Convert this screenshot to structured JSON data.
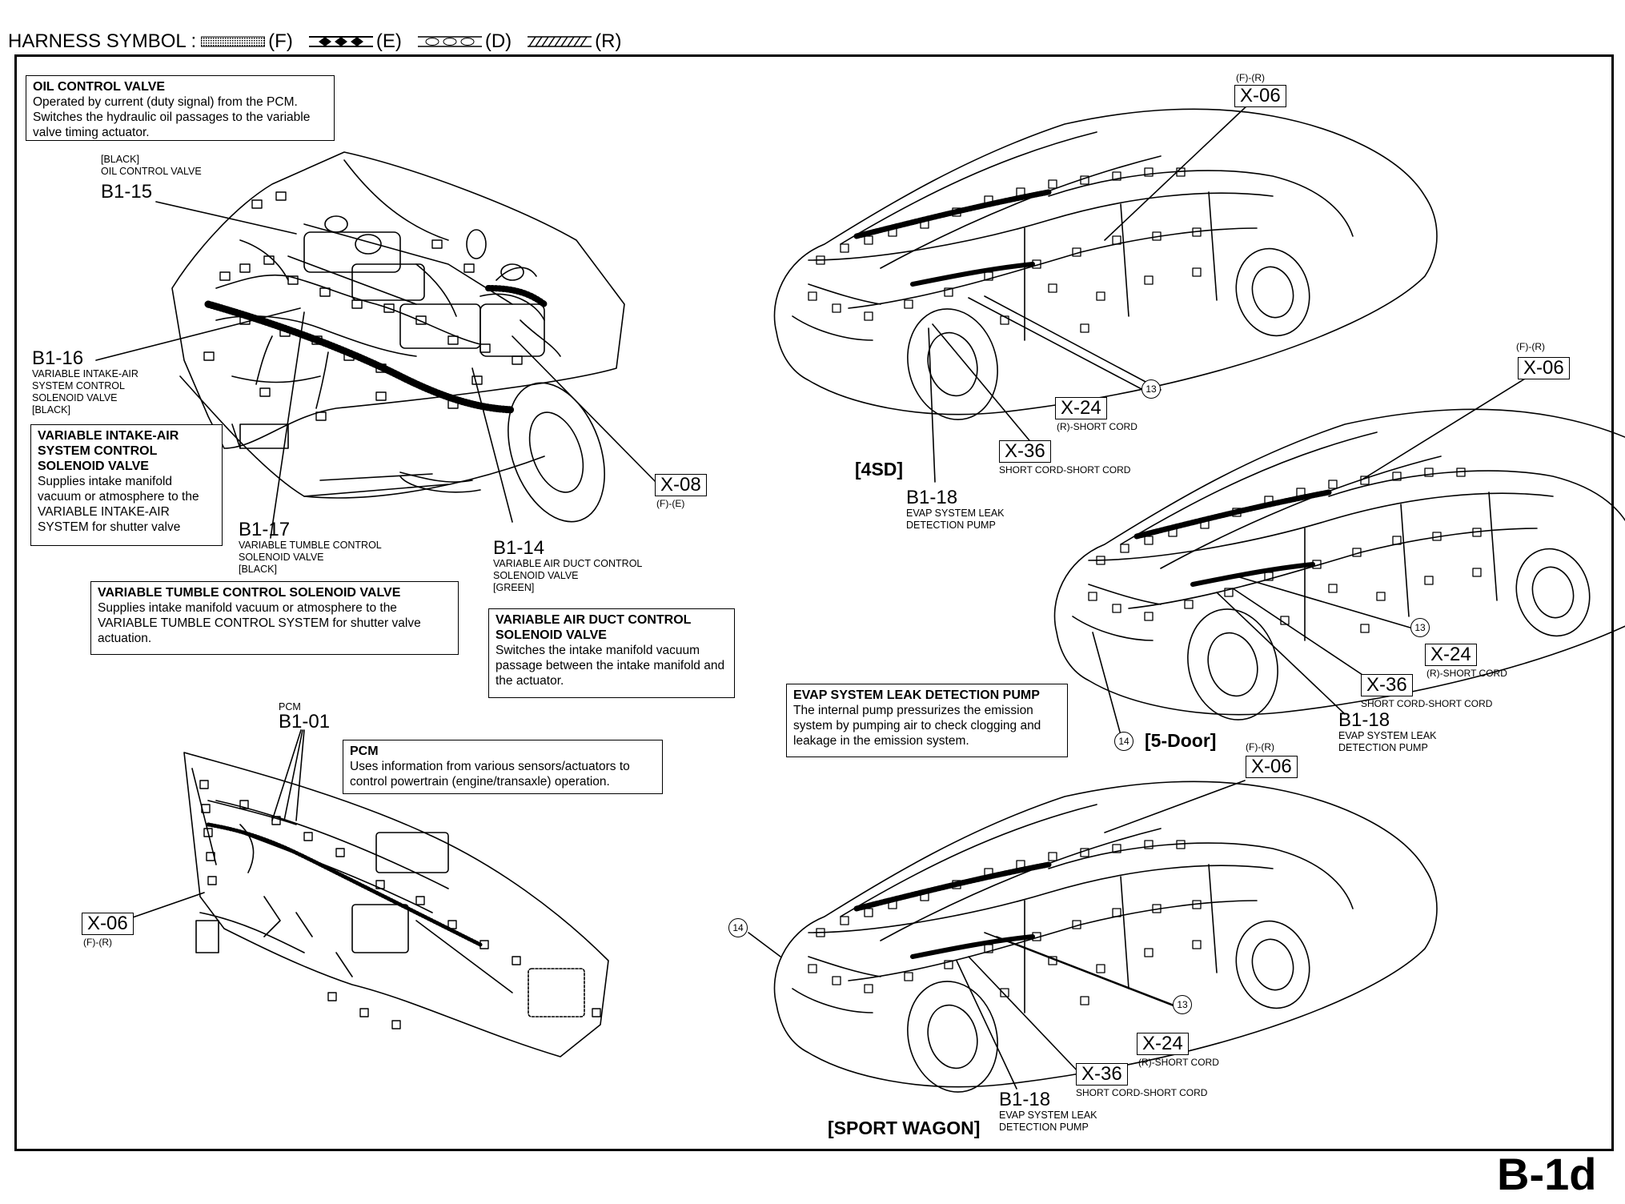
{
  "legend": {
    "prefix": "HARNESS SYMBOL :",
    "items": [
      {
        "code": "(F)",
        "pattern": "dotted"
      },
      {
        "code": "(E)",
        "pattern": "diamonds"
      },
      {
        "code": "(D)",
        "pattern": "circles"
      },
      {
        "code": "(R)",
        "pattern": "hatched"
      }
    ]
  },
  "descriptions": {
    "oil_control_valve": {
      "title": "OIL CONTROL VALVE",
      "body": "Operated by current (duty signal) from the PCM. Switches the hydraulic oil passages to the variable valve timing actuator."
    },
    "variable_intake_air": {
      "title": "VARIABLE INTAKE-AIR SYSTEM CONTROL SOLENOID VALVE",
      "body": "Supplies intake manifold vacuum or atmosphere to the VARIABLE INTAKE-AIR SYSTEM for shutter valve"
    },
    "variable_tumble": {
      "title": "VARIABLE TUMBLE CONTROL SOLENOID VALVE",
      "body": "Supplies intake manifold vacuum or atmosphere to the VARIABLE TUMBLE CONTROL SYSTEM for shutter valve actuation."
    },
    "variable_air_duct": {
      "title": "VARIABLE AIR DUCT CONTROL SOLENOID VALVE",
      "body": "Switches the intake manifold vacuum passage between the intake manifold and the actuator."
    },
    "pcm": {
      "title": "PCM",
      "body": "Uses information from various sensors/actuators to control powertrain (engine/transaxle) operation."
    },
    "evap": {
      "title": "EVAP SYSTEM LEAK DETECTION PUMP",
      "body": "The internal pump pressurizes the emission system by pumping air to check clogging and leakage in the emission system."
    }
  },
  "components": {
    "b1_15": {
      "code": "B1-15",
      "color": "[BLACK]",
      "name": "OIL CONTROL VALVE"
    },
    "b1_16": {
      "code": "B1-16",
      "name_lines": [
        "VARIABLE INTAKE-AIR",
        "SYSTEM CONTROL",
        "SOLENOID VALVE",
        "[BLACK]"
      ]
    },
    "b1_17": {
      "code": "B1-17",
      "name_lines": [
        "VARIABLE TUMBLE CONTROL",
        "SOLENOID VALVE",
        "[BLACK]"
      ]
    },
    "b1_14": {
      "code": "B1-14",
      "name_lines": [
        "VARIABLE AIR DUCT CONTROL",
        "SOLENOID VALVE",
        "[GREEN]"
      ]
    },
    "b1_01": {
      "code": "B1-01",
      "name": "PCM"
    },
    "b1_18": {
      "code": "B1-18",
      "name_lines": [
        "EVAP SYSTEM LEAK",
        "DETECTION PUMP"
      ]
    }
  },
  "connectors": {
    "x06": {
      "code": "X-06",
      "harness": "(F)-(R)"
    },
    "x08": {
      "code": "X-08",
      "harness": "(F)-(E)"
    },
    "x24": {
      "code": "X-24",
      "desc": "(R)-SHORT CORD"
    },
    "x36": {
      "code": "X-36",
      "desc": "SHORT CORD-SHORT CORD"
    }
  },
  "callouts": {
    "c13": "13",
    "c14": "14"
  },
  "variants": {
    "sd4": "[4SD]",
    "door5": "[5-Door]",
    "wagon": "[SPORT WAGON]"
  },
  "page_code": "B-1d",
  "colors": {
    "ink": "#000000",
    "paper": "#ffffff"
  }
}
